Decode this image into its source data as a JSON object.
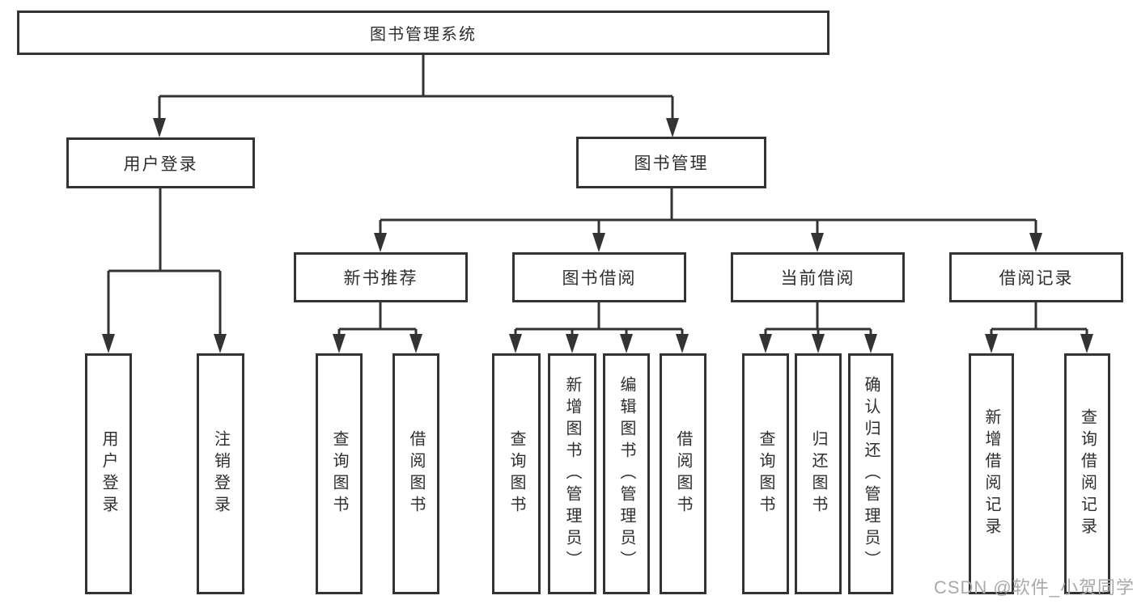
{
  "root": {
    "label": "图书管理系统"
  },
  "level2": {
    "user": {
      "label": "用户登录"
    },
    "book": {
      "label": "图书管理"
    }
  },
  "level3": {
    "recommend": {
      "label": "新书推荐"
    },
    "borrow": {
      "label": "图书借阅"
    },
    "current": {
      "label": "当前借阅"
    },
    "records": {
      "label": "借阅记录"
    }
  },
  "leaves": {
    "user_login": {
      "label": "用户登录"
    },
    "user_logout": {
      "label": "注销登录"
    },
    "rec_query": {
      "label": "查询图书"
    },
    "rec_borrow": {
      "label": "借阅图书"
    },
    "bor_query": {
      "label": "查询图书"
    },
    "bor_add": {
      "label": "新增图书（管理员）"
    },
    "bor_edit": {
      "label": "编辑图书（管理员）"
    },
    "bor_borrow": {
      "label": "借阅图书"
    },
    "cur_query": {
      "label": "查询图书"
    },
    "cur_return": {
      "label": "归还图书"
    },
    "cur_confirm": {
      "label": "确认归还（管理员）"
    },
    "log_add": {
      "label": "新增借阅记录"
    },
    "log_query": {
      "label": "查询借阅记录"
    }
  },
  "watermark": {
    "text": "CSDN @软件_小贺同学"
  },
  "colors": {
    "line": "#333333",
    "box_border": "#333333",
    "text": "#2e2e2e",
    "watermark": "#a9a9a9",
    "background": "#ffffff"
  }
}
